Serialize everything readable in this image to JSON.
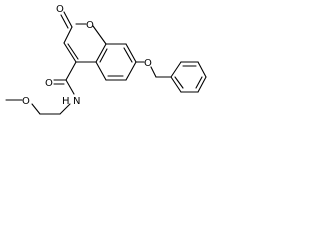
{
  "molecule": {
    "atoms": {
      "carbonyl_O_lactone": "O",
      "ring_O": "O",
      "ether_O_benzyloxy": "O",
      "amide_O": "O",
      "amide_N": "N",
      "amide_NH": "H",
      "methoxy_O": "O"
    }
  }
}
